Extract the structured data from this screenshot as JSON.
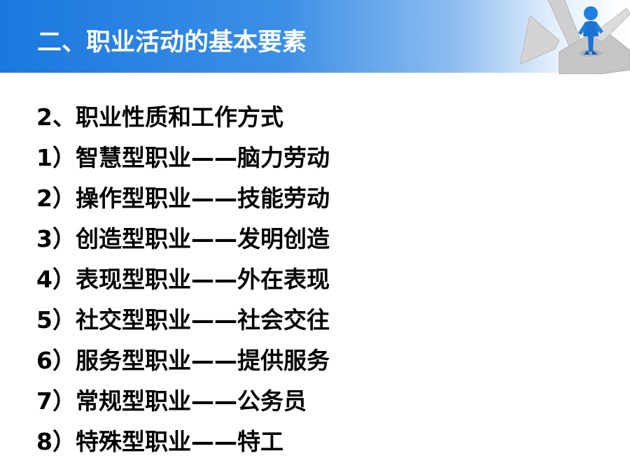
{
  "slide": {
    "title": "二、职业活动的基本要素",
    "logo_icon": "person-on-arrow-roads-icon",
    "colors": {
      "header_band_start": "#1a78de",
      "header_band_end": "#ffffff",
      "title_text": "#ffffff",
      "body_text": "#000000",
      "figure_blue": "#1f7fe0",
      "arrow_gray": "#c8c8c8"
    }
  },
  "content": {
    "lines": [
      "2、职业性质和工作方式",
      "1）智慧型职业——脑力劳动",
      "2）操作型职业——技能劳动",
      "3）创造型职业——发明创造",
      "4）表现型职业——外在表现",
      "5）社交型职业——社会交往",
      "6）服务型职业——提供服务",
      "7）常规型职业——公务员",
      "8）特殊型职业——特工"
    ]
  }
}
